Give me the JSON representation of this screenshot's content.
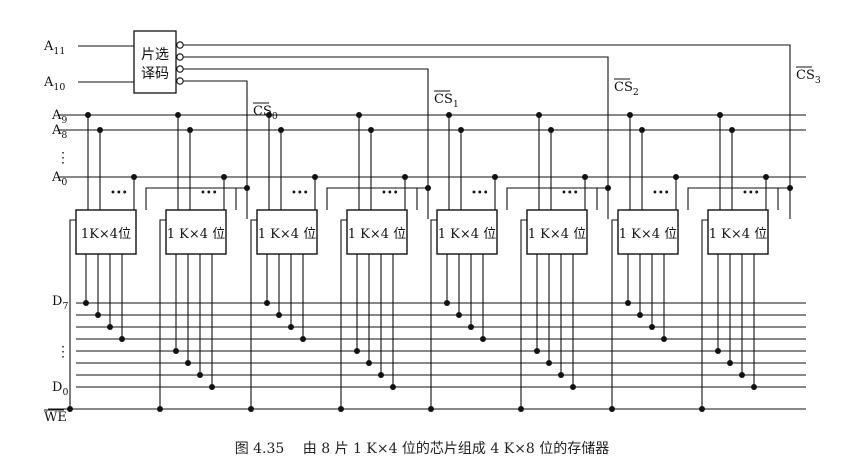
{
  "diagram": {
    "decoder_label_line1": "片选",
    "decoder_label_line2": "译码",
    "decoder_inputs": [
      {
        "letter": "A",
        "sub": "11"
      },
      {
        "letter": "A",
        "sub": "10"
      }
    ],
    "chip_selects": [
      {
        "text": "CS",
        "sub": "0"
      },
      {
        "text": "CS",
        "sub": "1"
      },
      {
        "text": "CS",
        "sub": "2"
      },
      {
        "text": "CS",
        "sub": "3"
      }
    ],
    "address_lines": [
      {
        "letter": "A",
        "sub": "9"
      },
      {
        "letter": "A",
        "sub": "8"
      },
      {
        "letter": "A",
        "sub": "0"
      }
    ],
    "address_ellipsis": "⋮",
    "data_lines": [
      {
        "letter": "D",
        "sub": "7"
      },
      {
        "letter": "D",
        "sub": "0"
      }
    ],
    "data_ellipsis": "⋮",
    "we_label": "WE",
    "chip_dots": "•••",
    "chips": [
      "1K×4位",
      "1 K×4 位",
      "1 K×4 位",
      "1 K×4 位",
      "1 K×4 位",
      "1 K×4 位",
      "1 K×4 位",
      "1 K×4 位"
    ]
  },
  "caption": {
    "figure_number": "图 4.35",
    "title": "由 8 片 1 K×4 位的芯片组成 4 K×8 位的存储器"
  }
}
